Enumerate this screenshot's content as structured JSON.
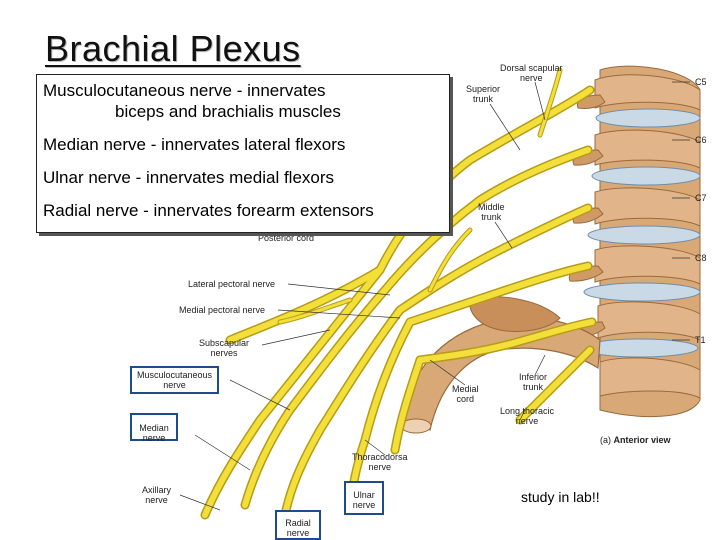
{
  "slide": {
    "title": "Brachial Plexus",
    "note": "study in lab!!",
    "textbox": {
      "musculo_name": "Musculocutaneous nerve",
      "musculo_line1_rest": " - innervates",
      "musculo_line2": "biceps and brachialis muscles",
      "median_name": "Median nerve",
      "median_rest": " - innervates lateral flexors",
      "ulnar_name": "Ulnar nerve",
      "ulnar_rest": " - innervates medial flexors",
      "radial_name": "Radial nerve",
      "radial_rest": " - innervates forearm extensors"
    }
  },
  "diagram": {
    "labels": {
      "dorsal_scapular_1": "Dorsal scapular",
      "dorsal_scapular_2": "nerve",
      "superior_trunk_1": "Superior",
      "superior_trunk_2": "trunk",
      "middle_trunk_1": "Middle",
      "middle_trunk_2": "trunk",
      "posterior_cord": "Posterior cord",
      "lateral_pectoral": "Lateral pectoral nerve",
      "medial_pectoral": "Medial pectoral nerve",
      "subscapular_1": "Subscapular",
      "subscapular_2": "nerves",
      "musculocutaneous_1": "Musculocutaneous",
      "musculocutaneous_2": "nerve",
      "median_1": "Median",
      "median_2": "nerve",
      "axillary_1": "Axillary",
      "axillary_2": "nerve",
      "ulnar_1": "Ulnar",
      "ulnar_2": "nerve",
      "radial_1": "Radial",
      "radial_2": "nerve",
      "thoracodorsal_1": "Thoracodorsa",
      "thoracodorsal_2": "nerve",
      "medial_cord_1": "Medial",
      "medial_cord_2": "cord",
      "inferior_trunk_1": "Inferior",
      "inferior_trunk_2": "trunk",
      "long_thoracic_1": "Long thoracic",
      "long_thoracic_2": "nerve",
      "view_prefix": "(a)",
      "view_label": "Anterior view",
      "c5": "C5",
      "c6": "C6",
      "c7": "C7",
      "c8": "C8",
      "t1": "T1"
    },
    "colors": {
      "nerve": "#f3df3a",
      "nerve_outline": "#b79b16",
      "bone": "#d8a877",
      "bone_dark": "#b47b4c",
      "disc": "#c9d9e6",
      "box_border": "#1f4a8c"
    }
  }
}
